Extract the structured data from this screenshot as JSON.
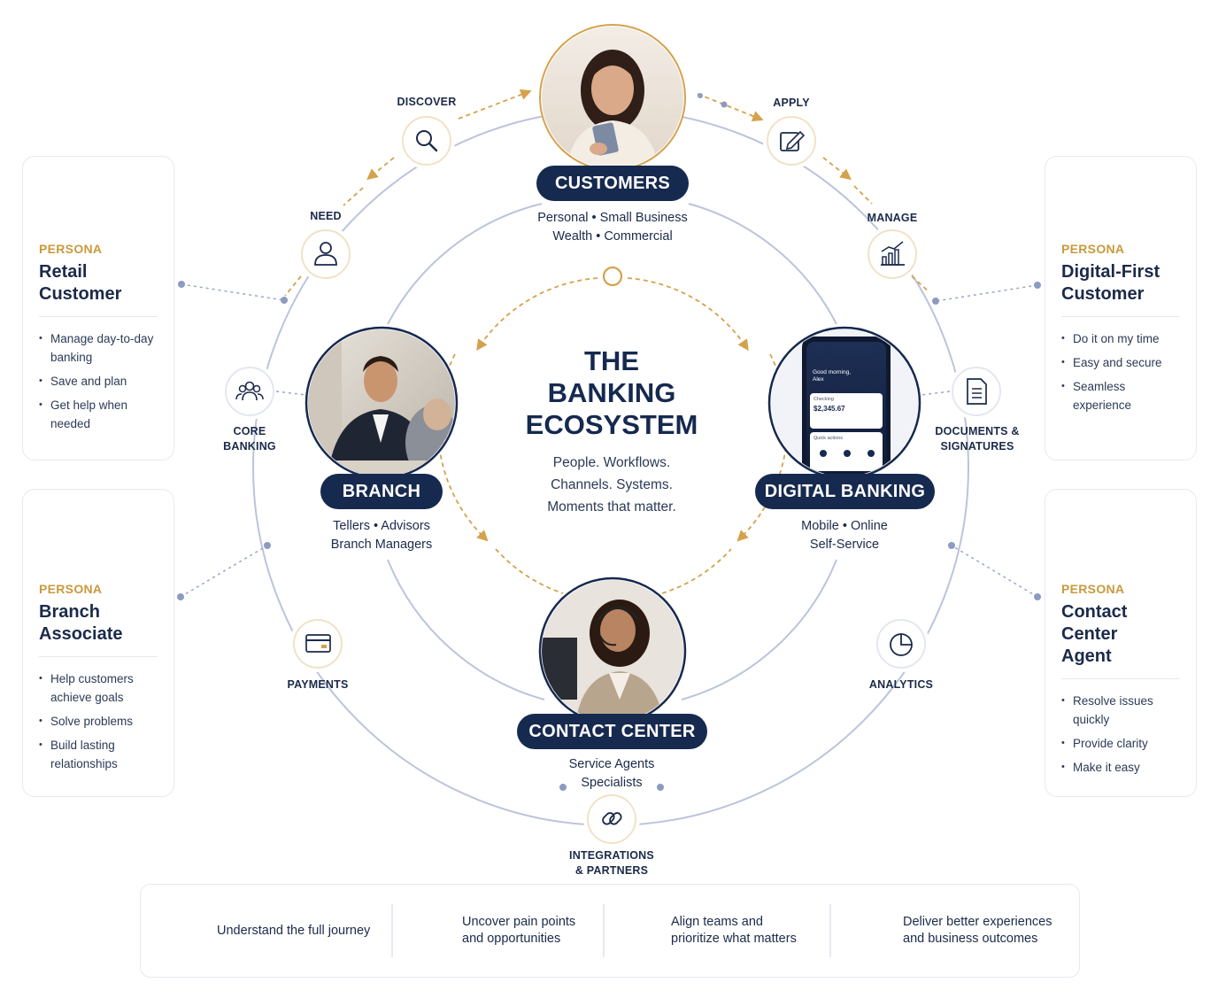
{
  "center": {
    "title_line1": "THE",
    "title_line2": "BANKING",
    "title_line3": "ECOSYSTEM",
    "sub_line1": "People. Workflows.",
    "sub_line2": "Channels. Systems.",
    "sub_line3": "Moments that matter."
  },
  "nodes": {
    "customers": {
      "label": "CUSTOMERS",
      "line1": "Personal  •  Small Business",
      "line2": "Wealth  •  Commercial"
    },
    "branch": {
      "label": "BRANCH",
      "line1": "Tellers  •  Advisors",
      "line2": "Branch Managers"
    },
    "digital": {
      "label": "DIGITAL BANKING",
      "line1": "Mobile  •  Online",
      "line2": "Self-Service"
    },
    "contact": {
      "label": "CONTACT CENTER",
      "line1": "Service Agents",
      "line2": "Specialists"
    }
  },
  "phone_screen": {
    "greeting": "Good morning,",
    "name": "Alex",
    "account": "Checking",
    "balance": "$2,345.67",
    "quick_actions": "Quick actions"
  },
  "steps": {
    "discover": "DISCOVER",
    "apply": "APPLY",
    "need": "NEED",
    "manage": "MANAGE",
    "core_banking_1": "CORE",
    "core_banking_2": "BANKING",
    "documents_1": "DOCUMENTS &",
    "documents_2": "SIGNATURES",
    "payments": "PAYMENTS",
    "analytics": "ANALYTICS",
    "integrations_1": "INTEGRATIONS",
    "integrations_2": "& PARTNERS"
  },
  "personas": [
    {
      "label": "PERSONA",
      "title_1": "Retail",
      "title_2": "Customer",
      "items": [
        "Manage day-to-day banking",
        "Save and plan",
        "Get help when needed"
      ],
      "icon": "woman-icon"
    },
    {
      "label": "PERSONA",
      "title_1": "Branch",
      "title_2": "Associate",
      "items": [
        "Help customers achieve goals",
        "Solve problems",
        "Build lasting relationships"
      ],
      "icon": "man-icon"
    },
    {
      "label": "PERSONA",
      "title_1": "Digital-First",
      "title_2": "Customer",
      "items": [
        "Do it on my time",
        "Easy and secure",
        "Seamless experience"
      ],
      "icon": "person-icon"
    },
    {
      "label": "PERSONA",
      "title_1": "Contact Center",
      "title_2": "Agent",
      "items": [
        "Resolve issues quickly",
        "Provide clarity",
        "Make it easy"
      ],
      "icon": "headset-agent-icon"
    }
  ],
  "benefits": [
    {
      "text_1": "Understand the full journey",
      "text_2": "",
      "icon": "target-icon"
    },
    {
      "text_1": "Uncover pain points",
      "text_2": "and opportunities",
      "icon": "people-icon"
    },
    {
      "text_1": "Align teams and",
      "text_2": "prioritize what matters",
      "icon": "lightbulb-icon"
    },
    {
      "text_1": "Deliver better experiences",
      "text_2": "and business outcomes",
      "icon": "growth-chart-icon"
    }
  ],
  "colors": {
    "navy": "#16294f",
    "gold": "#c99a3c",
    "ring": "#b9c2dc",
    "border": "#e6e9f0"
  }
}
